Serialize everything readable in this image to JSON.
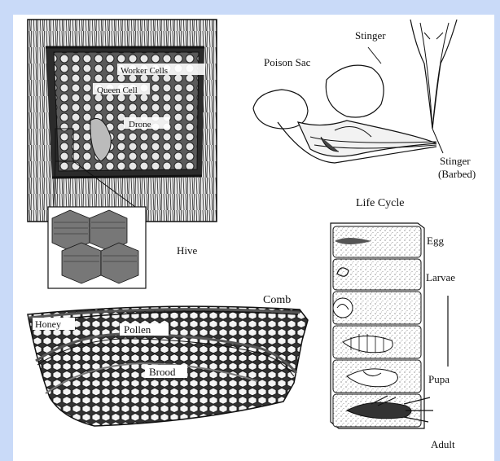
{
  "labels": {
    "worker_cells": "Worker Cells",
    "queen_cell": "Queen Cell",
    "drone": "Drone",
    "hive": "Hive",
    "poison_sac": "Poison Sac",
    "stinger": "Stinger",
    "stinger_barbed_line1": "Stinger",
    "stinger_barbed_line2": "(Barbed)",
    "life_cycle": "Life Cycle",
    "egg": "Egg",
    "larvae": "Larvae",
    "pupa": "Pupa",
    "adult": "Adult",
    "comb": "Comb",
    "honey": "Honey",
    "pollen": "Pollen",
    "brood": "Brood"
  }
}
